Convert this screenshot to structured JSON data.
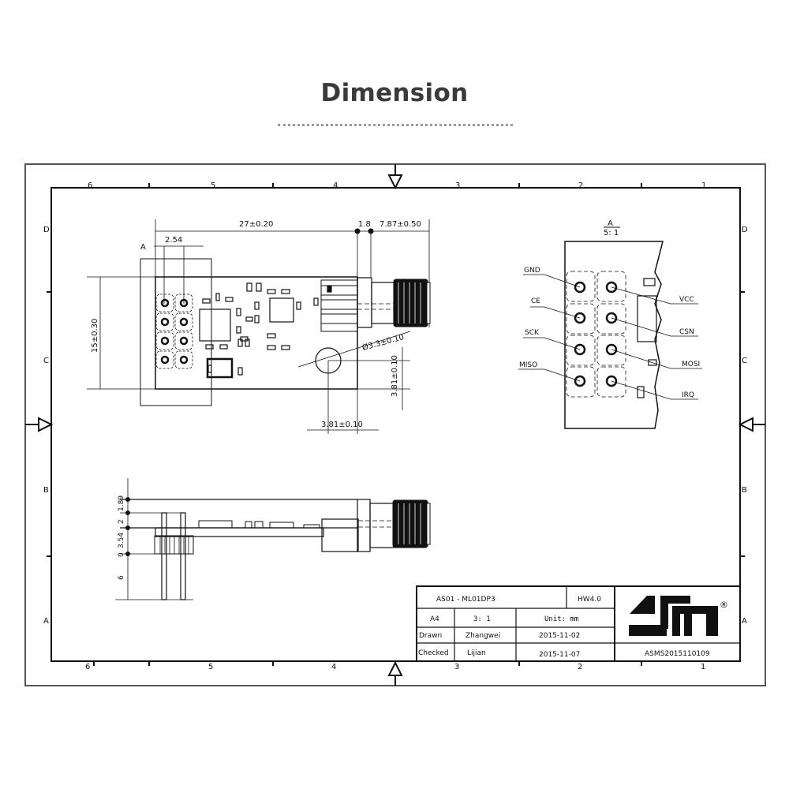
{
  "page": {
    "heading": "Dimension"
  },
  "frame": {
    "columns": [
      "6",
      "5",
      "4",
      "3",
      "2",
      "1"
    ],
    "rows": [
      "D",
      "C",
      "B",
      "A"
    ]
  },
  "top_view": {
    "dim_length": "27±0.20",
    "dim_gap": "1.8",
    "dim_connector": "7.87±0.50",
    "dim_pitch": "2.54",
    "section_marker": "A",
    "dim_width": "15±0.30",
    "dim_hole_diameter": "Ø3.3±0.10",
    "dim_hole_y": "3.81±0.10",
    "dim_hole_x": "3.81±0.10"
  },
  "detail_view": {
    "label": "A",
    "scale": "5: 1",
    "pins_left": [
      "GND",
      "CE",
      "SCK",
      "MISO"
    ],
    "pins_right": [
      "VCC",
      "CSN",
      "MOSI",
      "IRQ"
    ]
  },
  "side_view": {
    "dims": [
      "1.89",
      "2",
      "0",
      "3.54",
      "6"
    ]
  },
  "title_block": {
    "part_number": "AS01 - ML01DP3",
    "hardware_version": "HW4.0",
    "paper_size": "A4",
    "scale": "3: 1",
    "unit": "Unit: mm",
    "drawn_label": "Drawn",
    "drawn_by": "Zhangwei",
    "drawn_date": "2015-11-02",
    "checked_label": "Checked",
    "checked_by": "Lijian",
    "checked_date": "2015-11-07",
    "doc_number": "ASMS2015110109",
    "logo_mark": "®"
  }
}
